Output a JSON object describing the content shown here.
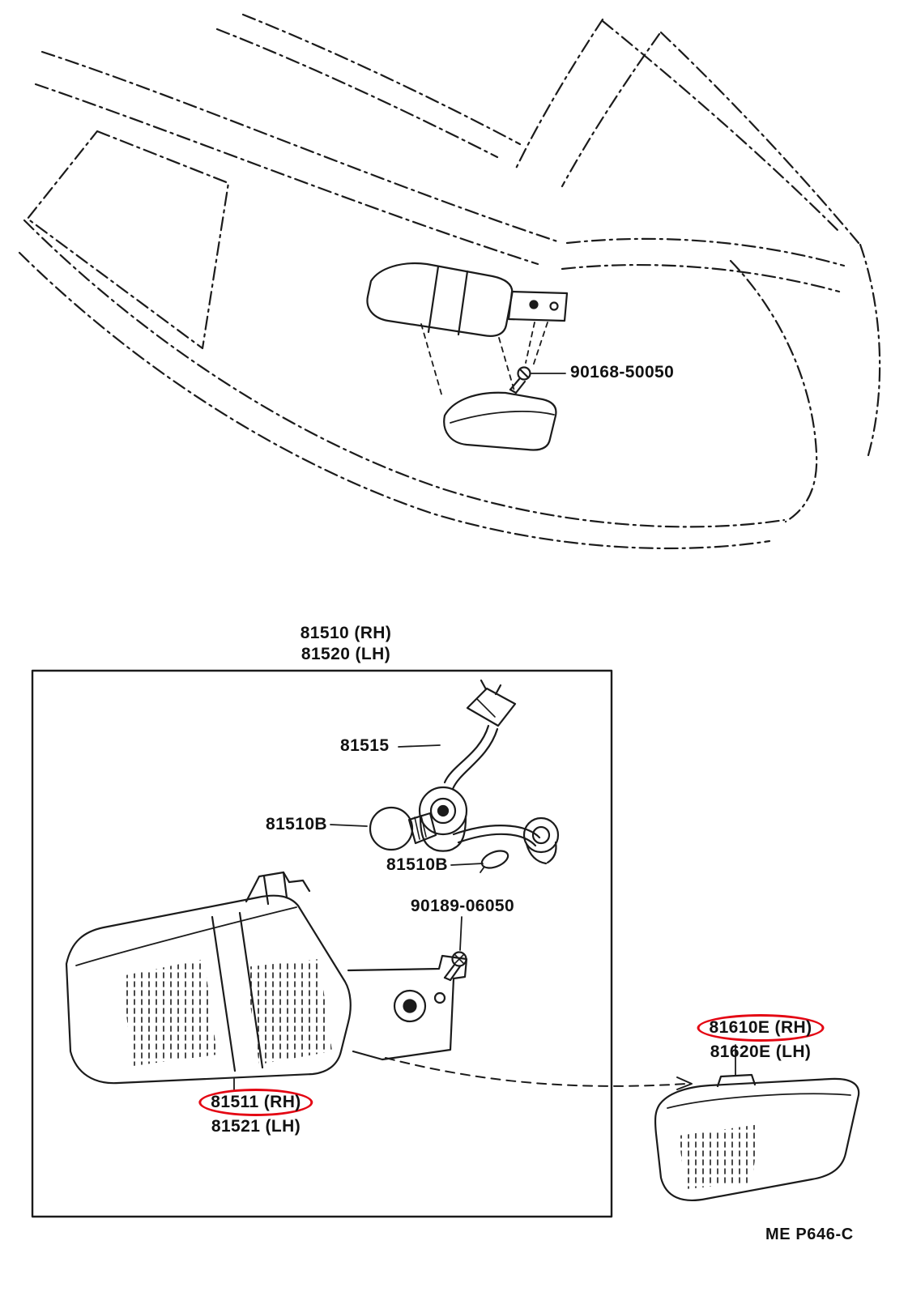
{
  "colors": {
    "ink": "#1b1b1b",
    "highlight": "#e40613",
    "background": "#ffffff"
  },
  "installation_view": {
    "screw_part": "90168-50050"
  },
  "exploded_view": {
    "title_rh": "81510 (RH)",
    "title_lh": "81520 (LH)",
    "harness": "81515",
    "bulb": "81510B",
    "bulb_small": "81510B",
    "screw": "90189-06050",
    "lamp_rh": "81511 (RH)",
    "lamp_lh": "81521 (LH)"
  },
  "side_marker_lamp": {
    "rh": "81610E (RH)",
    "lh": "81620E (LH)"
  },
  "footer": {
    "code": "ME P646-C"
  }
}
